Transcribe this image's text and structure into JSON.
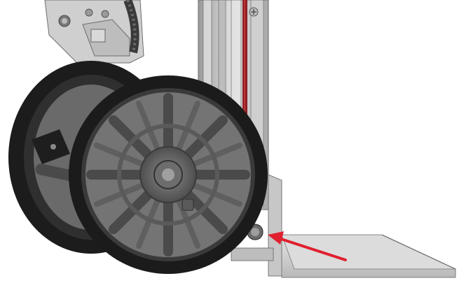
{
  "figure": {
    "subject": "hand-truck-lower-assembly",
    "view": "isometric-render",
    "parts": [
      {
        "name": "frame-upright",
        "color": "#c9c9c9"
      },
      {
        "name": "red-accent-strip",
        "color": "#8e1f23"
      },
      {
        "name": "rear-wheel",
        "color": "#1c1c1c"
      },
      {
        "name": "front-wheel",
        "color": "#1b1b1b"
      },
      {
        "name": "wheel-hub-spokes",
        "color": "#5f5f5f"
      },
      {
        "name": "axle-rod",
        "color": "#4a4a4a"
      },
      {
        "name": "toe-plate",
        "color": "#d2d2d2"
      },
      {
        "name": "pivot-bolt",
        "color": "#6a6a6a"
      }
    ],
    "callout": {
      "arrow_color": "#e0202e",
      "target": "pivot-bolt"
    }
  }
}
